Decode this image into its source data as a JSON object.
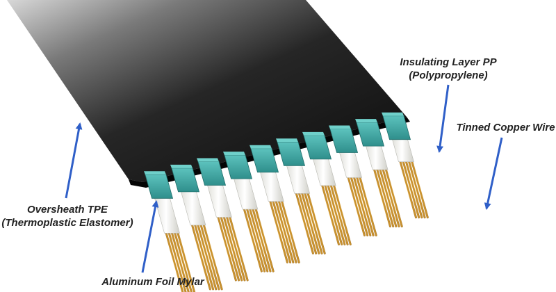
{
  "labels": {
    "insulating_layer": {
      "line1": "Insulating Layer PP",
      "line2": "(Polypropylene)"
    },
    "tinned_copper": {
      "line1": "Tinned Copper Wire"
    },
    "oversheath": {
      "line1": "Oversheath TPE",
      "line2": "(Thermoplastic Elastomer)"
    },
    "aluminum_foil": {
      "line1": "Aluminum Foil Mylar"
    }
  },
  "colors": {
    "jacket_dark": "#141414",
    "jacket_light": "#cfcfcf",
    "insulation_teal": "#3fa7a4",
    "foil_white": "#f2f2ee",
    "copper_gold": "#c9922f",
    "arrow_blue": "#2f5fc8"
  },
  "conductor_count": 10
}
